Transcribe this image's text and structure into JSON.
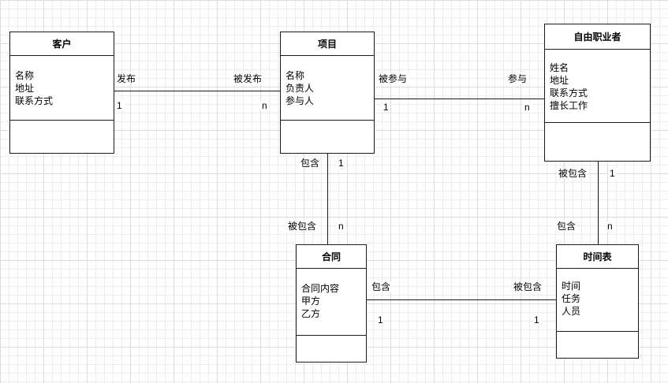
{
  "diagram": {
    "colors": {
      "background": "#ffffff",
      "grid": "#ededed",
      "grid_major": "#dcdcdc",
      "shape_border": "#1a1a1a",
      "text": "#000000"
    },
    "entities": [
      {
        "title": "客户",
        "attributes": [
          "名称",
          "地址",
          "联系方式"
        ]
      },
      {
        "title": "项目",
        "attributes": [
          "名称",
          "负责人",
          "参与人"
        ]
      },
      {
        "title": "自由职业者",
        "attributes": [
          "姓名",
          "地址",
          "联系方式",
          "擅长工作"
        ]
      },
      {
        "title": "合同",
        "attributes": [
          "合同内容",
          "甲方",
          "乙方"
        ]
      },
      {
        "title": "时间表",
        "attributes": [
          "时间",
          "任务",
          "人员"
        ]
      }
    ],
    "relations": [
      {
        "from": "客户",
        "to": "项目",
        "from_label": "发布",
        "from_card": "1",
        "to_label": "被发布",
        "to_card": "n"
      },
      {
        "from": "项目",
        "to": "自由职业者",
        "from_label": "被参与",
        "from_card": "1",
        "to_label": "参与",
        "to_card": "n"
      },
      {
        "from": "项目",
        "to": "合同",
        "from_label": "包含",
        "from_card": "1",
        "to_label": "被包含",
        "to_card": "n"
      },
      {
        "from": "自由职业者",
        "to": "时间表",
        "from_label": "被包含",
        "from_card": "1",
        "to_label": "包含",
        "to_card": "n"
      },
      {
        "from": "合同",
        "to": "时间表",
        "from_label": "包含",
        "from_card": "1",
        "to_label": "被包含",
        "to_card": "1"
      }
    ]
  }
}
